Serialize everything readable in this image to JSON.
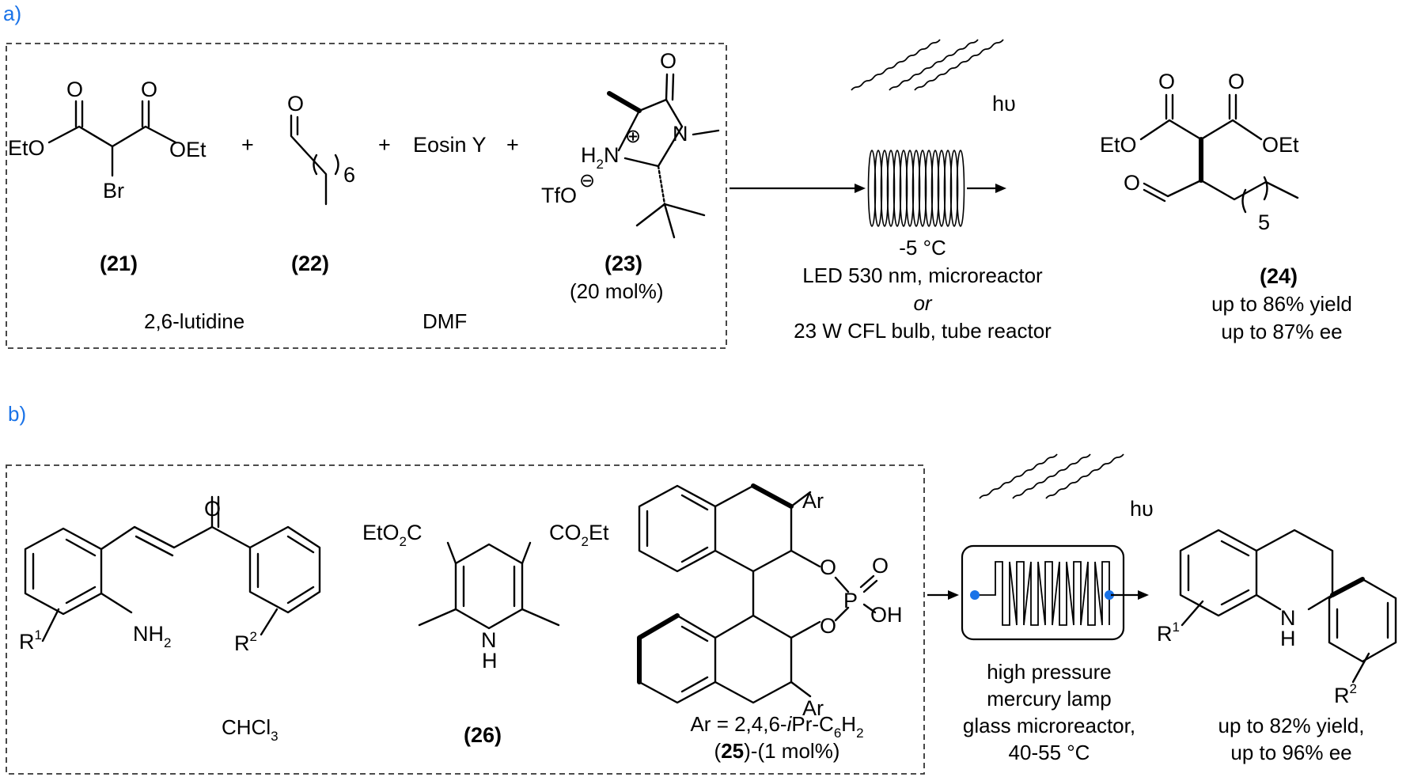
{
  "panel_a": {
    "label": "a)",
    "reagents": {
      "r21_eto": "EtO",
      "r21_oet": "OEt",
      "r21_o1": "O",
      "r21_o2": "O",
      "r21_br": "Br",
      "plus1": "+",
      "r22_o": "O",
      "r22_n": "6",
      "plus2": "+",
      "eosin": "Eosin Y",
      "plus3": "+",
      "r23_o": "O",
      "r23_h2n": "H",
      "r23_h2n_sub": "2",
      "r23_n_after": "N",
      "r23_plus": "⊕",
      "r23_n2": "N",
      "r23_tfo": "TfO",
      "r23_minus": "⊖"
    },
    "labels": {
      "c21": "21",
      "c22": "22",
      "c23": "23",
      "c23_load": "(20 mol%)",
      "base": "2,6-lutidine",
      "solvent": "DMF"
    },
    "hv": "hυ",
    "conditions": {
      "temp": "-5 °C",
      "line1": "LED 530 nm, microreactor",
      "or": "or",
      "line2": "23 W CFL bulb, tube reactor"
    },
    "product": {
      "eto": "EtO",
      "oet": "OEt",
      "o1": "O",
      "o2": "O",
      "o3": "O",
      "n": "5",
      "compound": "24",
      "yield": "up to 86% yield",
      "ee": "up to 87% ee"
    }
  },
  "panel_b": {
    "label": "b)",
    "reagents": {
      "o": "O",
      "r1": "R",
      "r1_sup": "1",
      "nh2": "NH",
      "nh2_sub": "2",
      "r2": "R",
      "r2_sup": "2",
      "solvent_main": "CHCl",
      "solvent_sub": "3",
      "hantzsch_left": "EtO",
      "hantzsch_left_sub": "2",
      "hantzsch_left_end": "C",
      "hantzsch_right": "CO",
      "hantzsch_right_sub": "2",
      "hantzsch_right_end": "Et",
      "n": "N",
      "h": "H",
      "c26": "26",
      "ar_top": "Ar",
      "ar_bottom": "Ar",
      "o_upper": "O",
      "o_lower": "O",
      "p": "P",
      "p_o": "O",
      "oh": "OH",
      "ar_def_pre": "Ar = 2,4,6-",
      "ar_def_ital": "i",
      "ar_def_mid": "Pr-C",
      "ar_def_sub1": "6",
      "ar_def_h": "H",
      "ar_def_sub2": "2",
      "c25": "25",
      "c25_load": "-(1 mol%)"
    },
    "hv": "hυ",
    "conditions": {
      "line1": "high pressure",
      "line2": "mercury lamp",
      "line3": "glass microreactor,",
      "line4": "40-55 °C"
    },
    "product": {
      "r1": "R",
      "r1_sup": "1",
      "n": "N",
      "h": "H",
      "r2": "R",
      "r2_sup": "2",
      "yield": "up to 82% yield,",
      "ee": "up to 96% ee"
    }
  },
  "colors": {
    "panel_label": "#1a73e8",
    "port_dot": "#1a73e8"
  }
}
